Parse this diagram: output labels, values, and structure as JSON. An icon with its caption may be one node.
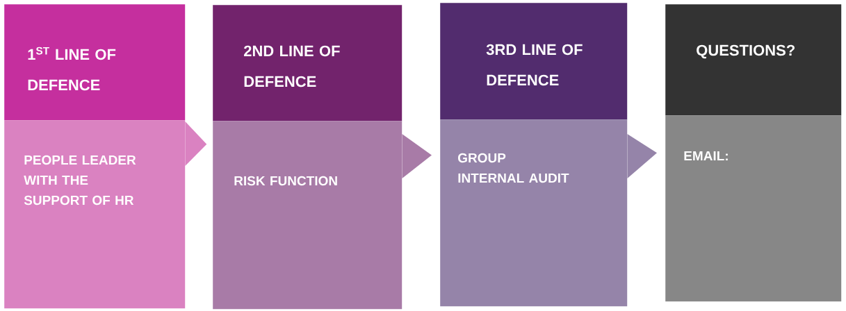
{
  "diagram": {
    "nodes": [
      {
        "text": [
          "1$^{ST}$ LINE OF DEFENCE"
        ]
      },
      {
        "text": [
          "PEOPLE LEADER WITH THE SUPPORT OF HR"
        ]
      },
      {
        "text": [
          "2ND LINE OF DEFENCE"
        ]
      },
      {
        "text": [
          "RISK FUNCTION"
        ]
      },
      {
        "text": [
          "3RD LINE OF DEFENCE"
        ]
      },
      {
        "text": [
          "GROUP INTERNAL AUDIT"
        ]
      },
      {
        "text": [
          "QUESTIONS?"
        ]
      },
      {
        "text": [
          "EMAIL:"
        ]
      }
    ],
    "edges": [
      {
        "from": 1,
        "to": 3,
        "arrow": "to",
        "color": "#da82c1"
      },
      {
        "from": 3,
        "to": 5,
        "arrow": "to",
        "color": "#a87ba7"
      },
      {
        "from": 5,
        "to": 7,
        "arrow": "to",
        "color": "#9584a9"
      }
    ]
  }
}
